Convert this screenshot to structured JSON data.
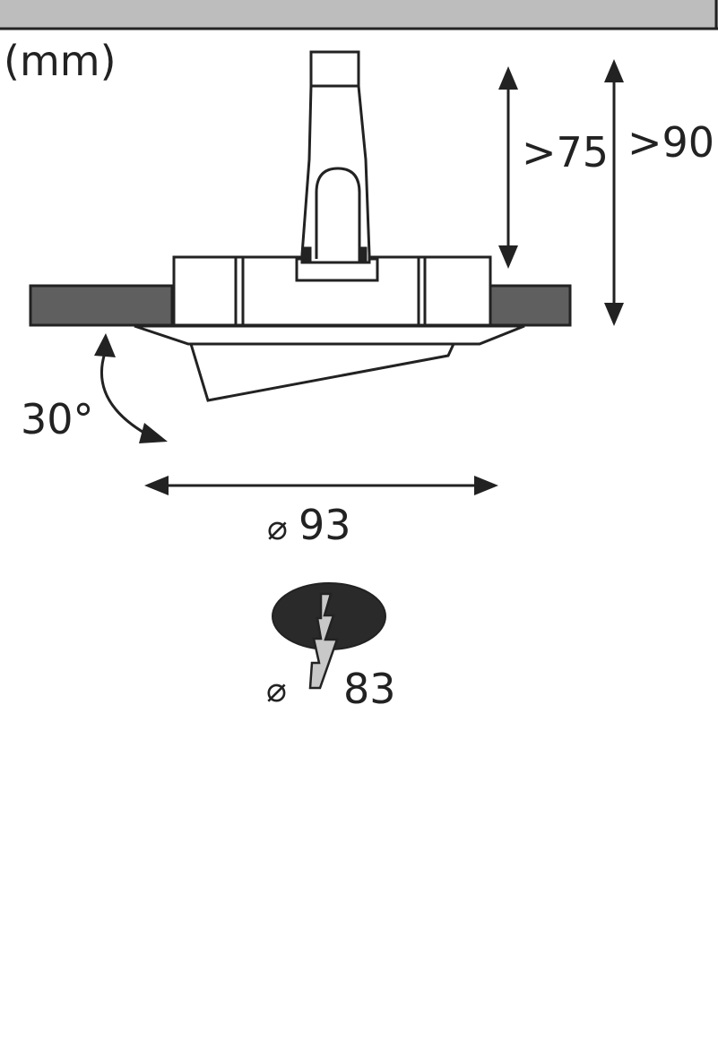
{
  "unit_label": "(mm)",
  "dimensions": {
    "depth_min": ">75",
    "height_min": ">90",
    "tilt_angle": "30°",
    "diameter_symbol": "⌀",
    "outer_diameter": "93",
    "cutout_diameter": "83"
  },
  "colors": {
    "line": "#222222",
    "ceiling_fill": "#5f5f5f",
    "hole_fill": "#2a2a2a",
    "header_fill": "#bdbdbd",
    "bolt_fill": "#c8c8c8"
  }
}
